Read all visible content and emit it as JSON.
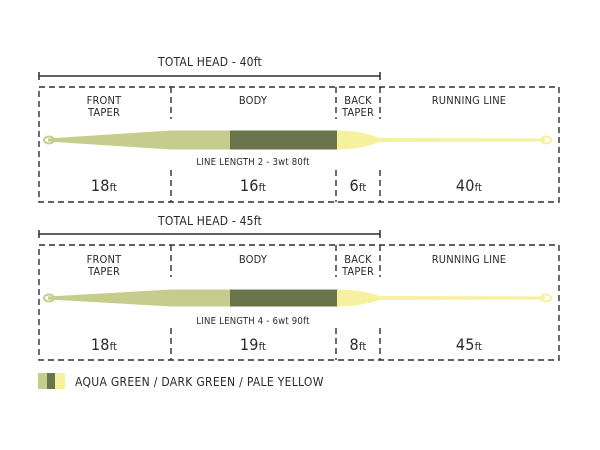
{
  "colors": {
    "aqua_green": "#c6cd8c",
    "dark_green": "#6a734a",
    "pale_yellow": "#f5f19e",
    "lines": "#2e2e2e"
  },
  "panels": [
    {
      "total_head": "TOTAL HEAD - 40ft",
      "line_length": "LINE LENGTH 2 - 3wt 80ft",
      "sections": [
        {
          "label": "FRONT\nTAPER",
          "value": "18",
          "unit": "ft"
        },
        {
          "label": "BODY",
          "value": "16",
          "unit": "ft"
        },
        {
          "label": "BACK\nTAPER",
          "value": "6",
          "unit": "ft"
        },
        {
          "label": "RUNNING LINE",
          "value": "40",
          "unit": "ft"
        }
      ]
    },
    {
      "total_head": "TOTAL HEAD - 45ft",
      "line_length": "LINE LENGTH 4 - 6wt 90ft",
      "sections": [
        {
          "label": "FRONT\nTAPER",
          "value": "18",
          "unit": "ft"
        },
        {
          "label": "BODY",
          "value": "19",
          "unit": "ft"
        },
        {
          "label": "BACK\nTAPER",
          "value": "8",
          "unit": "ft"
        },
        {
          "label": "RUNNING LINE",
          "value": "45",
          "unit": "ft"
        }
      ]
    }
  ],
  "legend": {
    "label": "AQUA GREEN / DARK GREEN / PALE YELLOW"
  }
}
